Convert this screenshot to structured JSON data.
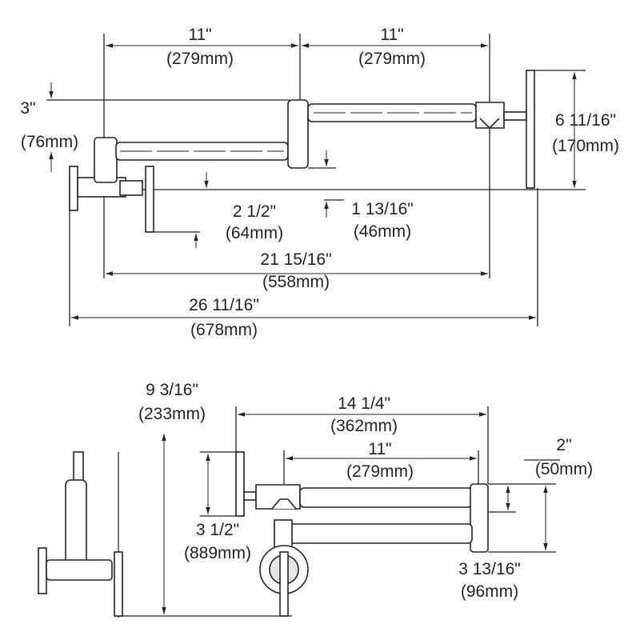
{
  "top_view": {
    "arm1_width": {
      "imperial": "11\"",
      "metric": "(279mm)"
    },
    "arm2_width": {
      "imperial": "11\"",
      "metric": "(279mm)"
    },
    "rise": {
      "imperial": "3\"",
      "metric": "(76mm)"
    },
    "overall_height": {
      "imperial": "6 11/16\"",
      "metric": "(170mm)"
    },
    "valve_offset": {
      "imperial": "2 1/2\"",
      "metric": "(64mm)"
    },
    "spout_drop": {
      "imperial": "1 13/16\"",
      "metric": "(46mm)"
    },
    "reach_from_valve": {
      "imperial": "21 15/16\"",
      "metric": "(558mm)"
    },
    "overall_length": {
      "imperial": "26 11/16\"",
      "metric": "(678mm)"
    }
  },
  "side_view": {
    "height": {
      "imperial": "9 3/16\"",
      "metric": "(233mm)"
    },
    "arm_length": {
      "imperial": "14 1/4\"",
      "metric": "(362mm)"
    },
    "arm2_length": {
      "imperial": "11\"",
      "metric": "(279mm)"
    },
    "arm_spacing": {
      "imperial": "2\"",
      "metric": "(50mm)"
    },
    "handle_height": {
      "imperial": "3 1/2\"",
      "metric": "(889mm)"
    },
    "swivel_height": {
      "imperial": "3 13/16\"",
      "metric": "(96mm)"
    }
  }
}
